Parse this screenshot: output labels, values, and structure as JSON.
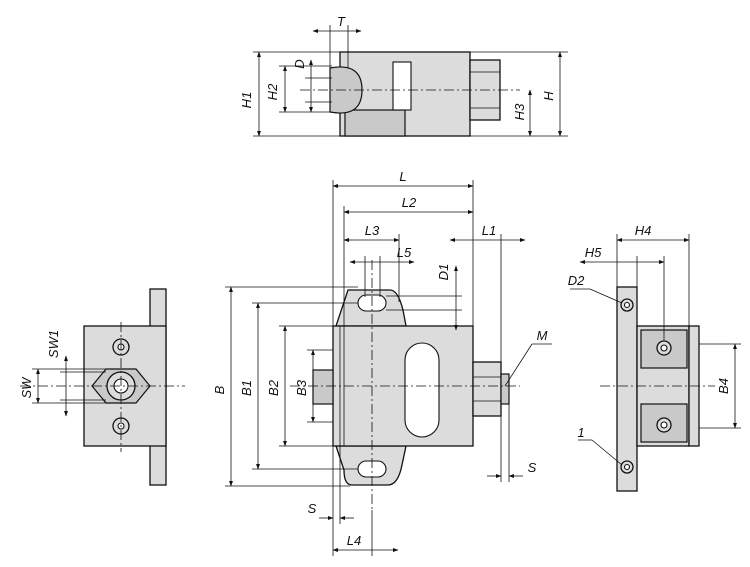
{
  "labels": {
    "T": "T",
    "D": "D",
    "H1": "H1",
    "H2": "H2",
    "H3": "H3",
    "H": "H",
    "L": "L",
    "L2": "L2",
    "L3": "L3",
    "L5": "L5",
    "L1": "L1",
    "D1": "D1",
    "M": "M",
    "B": "B",
    "B1": "B1",
    "B2": "B2",
    "B3": "B3",
    "S_right": "S",
    "S_bottom": "S",
    "L4": "L4",
    "SW1": "SW1",
    "SW": "SW",
    "H4": "H4",
    "H5": "H5",
    "D2": "D2",
    "B4": "B4",
    "item_1": "1"
  }
}
